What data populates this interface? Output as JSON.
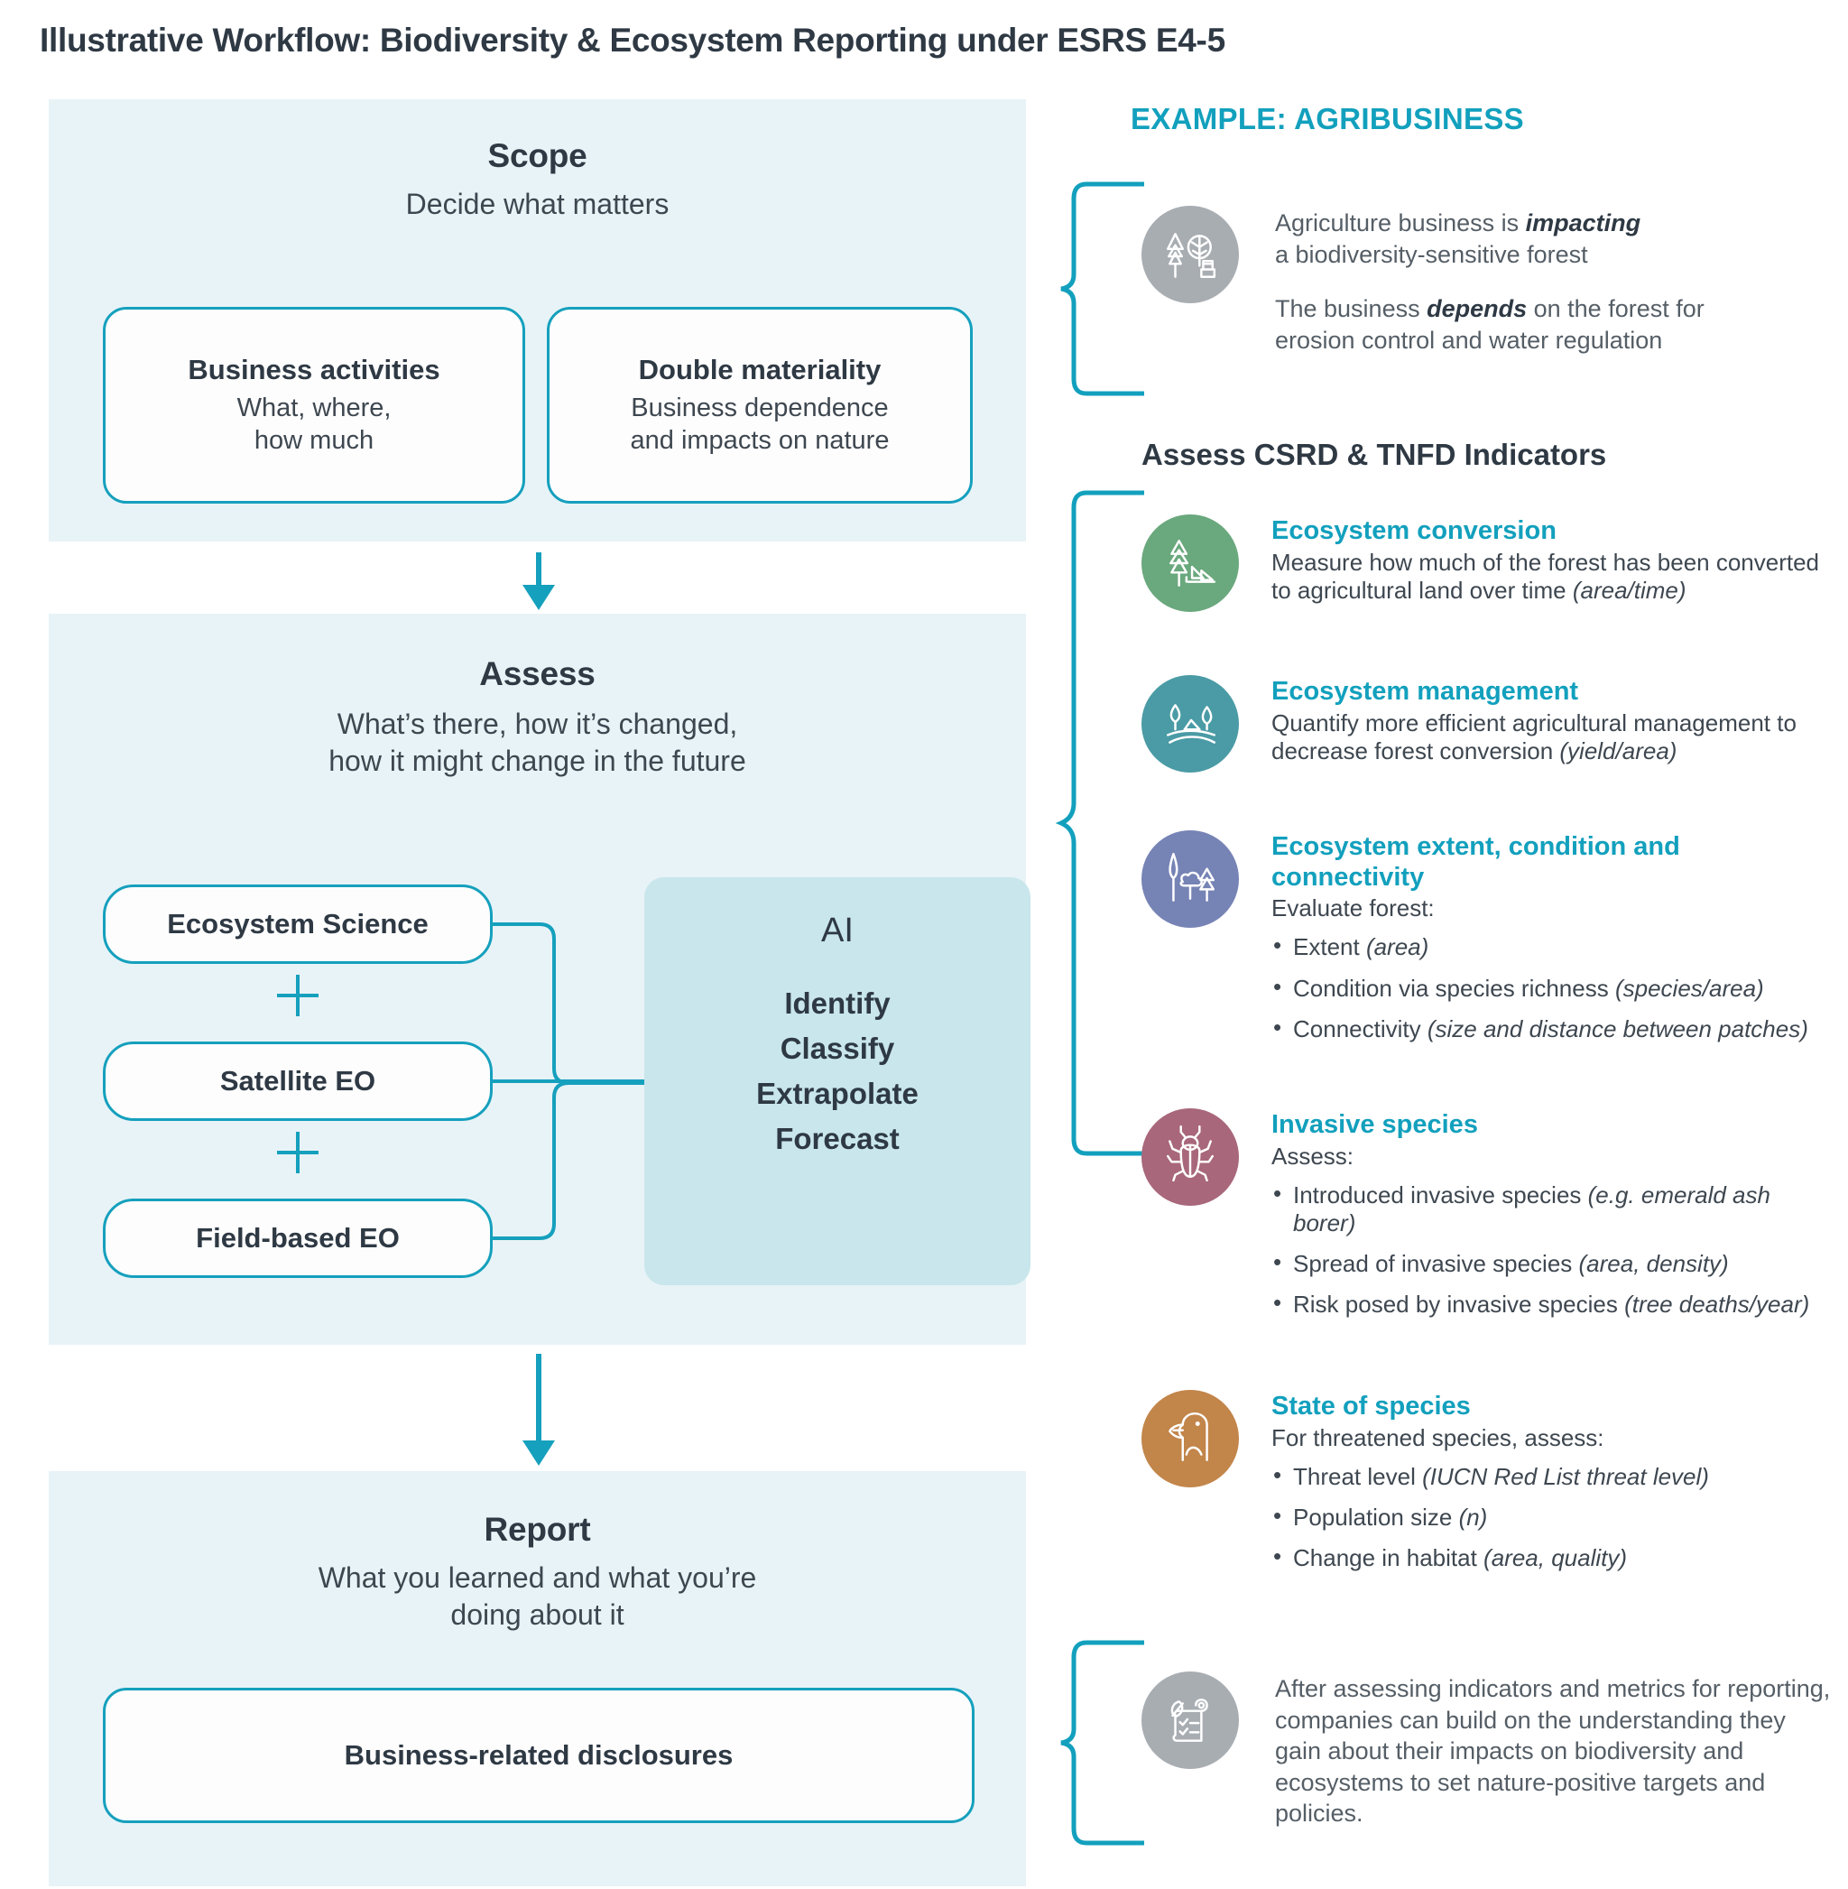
{
  "title": "Illustrative Workflow: Biodiversity & Ecosystem Reporting under ESRS E4-5",
  "colors": {
    "teal": "#15a0bd",
    "panel_bg": "#e8f3f7",
    "ai_bg": "#c8e6eb",
    "heading_dark": "#2e3944",
    "badge_gray": "#a8adb2",
    "badge_green": "#6aa87d",
    "badge_teal": "#4a9ba5",
    "badge_blue": "#7683b5",
    "badge_rose": "#a8677a",
    "badge_orange": "#c2854a"
  },
  "stages": {
    "scope": {
      "title": "Scope",
      "subtitle": "Decide what matters",
      "cards": [
        {
          "title": "Business activities",
          "body": "What, where,\nhow much"
        },
        {
          "title": "Double materiality",
          "body": "Business dependence\nand impacts on nature"
        }
      ]
    },
    "assess": {
      "title": "Assess",
      "subtitle": "What’s there, how it’s changed,\nhow it might change in the future",
      "inputs": [
        "Ecosystem Science",
        "Satellite EO",
        "Field-based EO"
      ],
      "operator": "+",
      "ai": {
        "label": "AI",
        "items": [
          "Identify",
          "Classify",
          "Extrapolate",
          "Forecast"
        ]
      }
    },
    "report": {
      "title": "Report",
      "subtitle": "What you learned and what you’re\ndoing about it",
      "card": "Business-related disclosures"
    }
  },
  "example": {
    "heading": "EXAMPLE: AGRIBUSINESS",
    "icon": "forest-animal-icon",
    "paragraph1_pre": "Agriculture business is ",
    "paragraph1_bold": "impacting",
    "paragraph1_post": "\na biodiversity-sensitive forest",
    "paragraph2_pre": "The business ",
    "paragraph2_bold": "depends",
    "paragraph2_post": " on the forest for\nerosion control and water regulation"
  },
  "indicators_heading": "Assess CSRD & TNFD Indicators",
  "indicators": [
    {
      "id": "ecosystem-conversion",
      "icon": "pine-tree-felled-icon",
      "color": "#6aa87d",
      "title": "Ecosystem conversion",
      "body": "Measure how much of the forest has been converted to agricultural land over time ",
      "body_italic": "(area/time)",
      "bullets": []
    },
    {
      "id": "ecosystem-management",
      "icon": "farm-field-icon",
      "color": "#4a9ba5",
      "title": "Ecosystem management",
      "body": "Quantify more efficient agricultural management to decrease forest conversion ",
      "body_italic": "(yield/area)",
      "bullets": []
    },
    {
      "id": "ecosystem-extent-condition-connectivity",
      "icon": "trees-cluster-icon",
      "color": "#7683b5",
      "title": "Ecosystem extent, condition and connectivity",
      "body": "Evaluate forest:",
      "body_italic": "",
      "bullets": [
        {
          "text": "Extent ",
          "italic": "(area)"
        },
        {
          "text": "Condition via species richness ",
          "italic": "(species/area)"
        },
        {
          "text": "Connectivity ",
          "italic": "(size and distance between patches)"
        }
      ]
    },
    {
      "id": "invasive-species",
      "icon": "beetle-icon",
      "color": "#a8677a",
      "title": "Invasive species",
      "body": "Assess:",
      "body_italic": "",
      "bullets": [
        {
          "text": "Introduced invasive species ",
          "italic": "(e.g. emerald ash borer)"
        },
        {
          "text": "Spread of invasive species ",
          "italic": "(area, density)"
        },
        {
          "text": "Risk posed by invasive species ",
          "italic": "(tree deaths/year)"
        }
      ]
    },
    {
      "id": "state-of-species",
      "icon": "bird-icon",
      "color": "#c2854a",
      "title": "State of species",
      "body": "For threatened species, assess:",
      "body_italic": "",
      "bullets": [
        {
          "text": "Threat level ",
          "italic": "(IUCN Red List threat level)"
        },
        {
          "text": "Population size ",
          "italic": "(n)"
        },
        {
          "text": "Change in habitat ",
          "italic": "(area, quality)"
        }
      ]
    }
  ],
  "closing": {
    "icon": "scroll-checklist-leaf-icon",
    "color": "#a8adb2",
    "text": "After assessing indicators and metrics for reporting, companies can build on the understanding they gain about their impacts on biodiversity and ecosystems to set nature-positive targets and policies."
  }
}
